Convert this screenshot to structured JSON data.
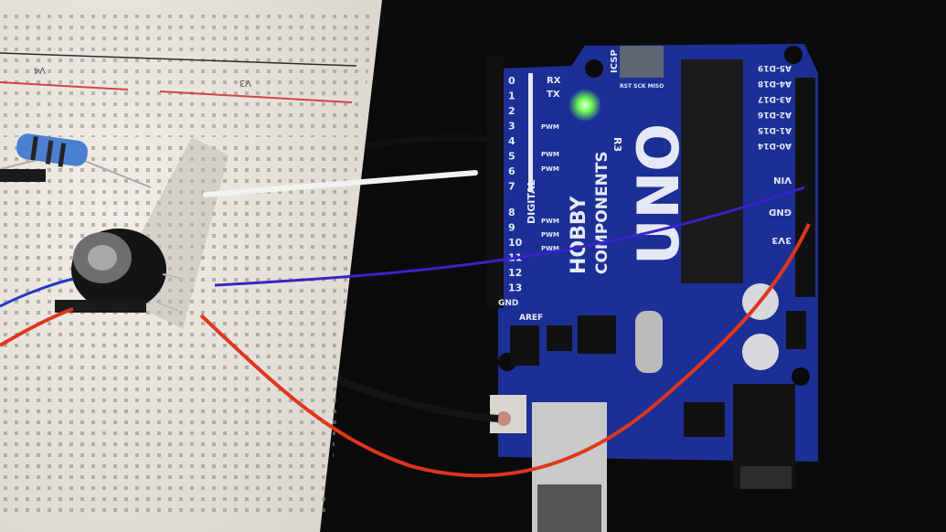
{
  "colors": {
    "background": "#0b0b0d",
    "breadboard": "#e9e6df",
    "board": "#1c2f96",
    "wire_white": "#f2f2f2",
    "wire_blue": "#3a22c8",
    "wire_red": "#e0361c",
    "wire_black": "#151515",
    "led_green": "#7cff6a"
  },
  "breadboard": {
    "rail_labels": [
      "V4",
      "V3"
    ]
  },
  "board": {
    "model": "UNO",
    "revision": "R3",
    "brand_line1": "HOBBY",
    "brand_line2": "COMPONENTS",
    "digital_label": "DIGITAL",
    "icsp_label": "ICSP",
    "icsp_pins": "RST SCK MISO",
    "rx_label": "RX",
    "tx_label": "TX",
    "pwm_label": "PWM",
    "aref_label": "AREF",
    "gnd_label": "GND",
    "vin_label": "VIN",
    "v33_label": "3V3",
    "digital_pins": [
      "0",
      "1",
      "2",
      "3",
      "4",
      "5",
      "6",
      "7",
      "8",
      "9",
      "10",
      "11",
      "12",
      "13"
    ],
    "analog_pins": [
      "A5-D19",
      "A4-D18",
      "A3-D17",
      "A2-D16",
      "A1-D15",
      "A0-D14"
    ]
  }
}
